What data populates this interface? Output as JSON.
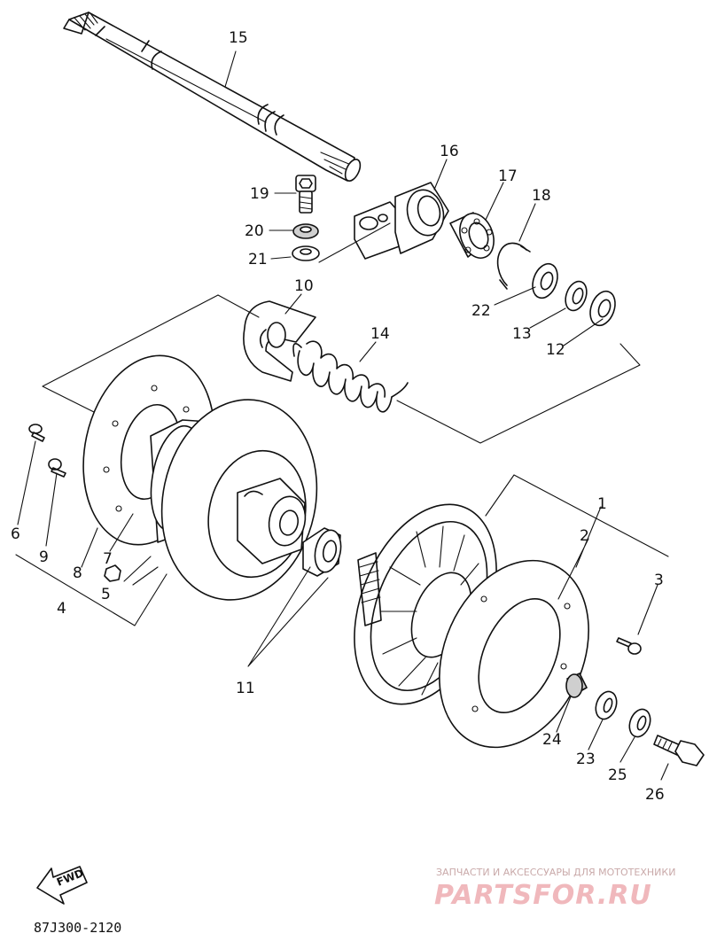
{
  "diagram": {
    "doc_code": "87J300-2120",
    "fwd_label": "FWD",
    "watermark": {
      "caption": "ЗАПЧАСТИ И АКСЕССУАРЫ ДЛЯ МОТОТЕХНИКИ",
      "brand": "PARTSFOR.RU"
    },
    "callouts": [
      {
        "id": "c1",
        "text": "1"
      },
      {
        "id": "c2",
        "text": "2"
      },
      {
        "id": "c3",
        "text": "3"
      },
      {
        "id": "c4",
        "text": "4"
      },
      {
        "id": "c5",
        "text": "5"
      },
      {
        "id": "c6",
        "text": "6"
      },
      {
        "id": "c7",
        "text": "7"
      },
      {
        "id": "c8",
        "text": "8"
      },
      {
        "id": "c9",
        "text": "9"
      },
      {
        "id": "c10",
        "text": "10"
      },
      {
        "id": "c11",
        "text": "11"
      },
      {
        "id": "c12",
        "text": "12"
      },
      {
        "id": "c13",
        "text": "13"
      },
      {
        "id": "c14",
        "text": "14"
      },
      {
        "id": "c15",
        "text": "15"
      },
      {
        "id": "c16",
        "text": "16"
      },
      {
        "id": "c17",
        "text": "17"
      },
      {
        "id": "c18",
        "text": "18"
      },
      {
        "id": "c19",
        "text": "19"
      },
      {
        "id": "c20",
        "text": "20"
      },
      {
        "id": "c21",
        "text": "21"
      },
      {
        "id": "c22",
        "text": "22"
      },
      {
        "id": "c23",
        "text": "23"
      },
      {
        "id": "c24",
        "text": "24"
      },
      {
        "id": "c25",
        "text": "25"
      },
      {
        "id": "c26",
        "text": "26"
      }
    ]
  }
}
